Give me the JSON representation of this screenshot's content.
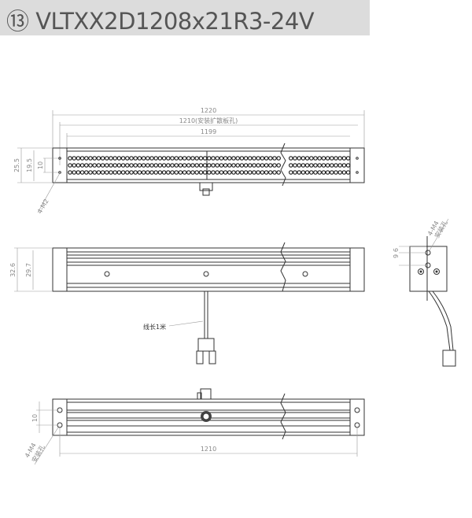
{
  "header": {
    "title": "⑬ VLTXX2D1208x21R3-24V"
  },
  "top_view": {
    "dim_total": "1220",
    "dim_mount": "1210(安装扩散板孔)",
    "dim_led": "1199",
    "dim_h1": "25.5",
    "dim_h2": "19.5",
    "dim_h3": "10",
    "holes": "4-M2"
  },
  "front_view": {
    "dim_h1": "32.6",
    "dim_h2": "29.7",
    "cable_label": "线长1米"
  },
  "side_view": {
    "holes": "4-M4",
    "holes_note": "安装孔",
    "dim_a": "6",
    "dim_b": "9"
  },
  "bottom_view": {
    "dim_h": "10",
    "dim_len": "1210",
    "holes": "4-M4",
    "holes_note": "安装孔"
  },
  "led_rows": 3
}
